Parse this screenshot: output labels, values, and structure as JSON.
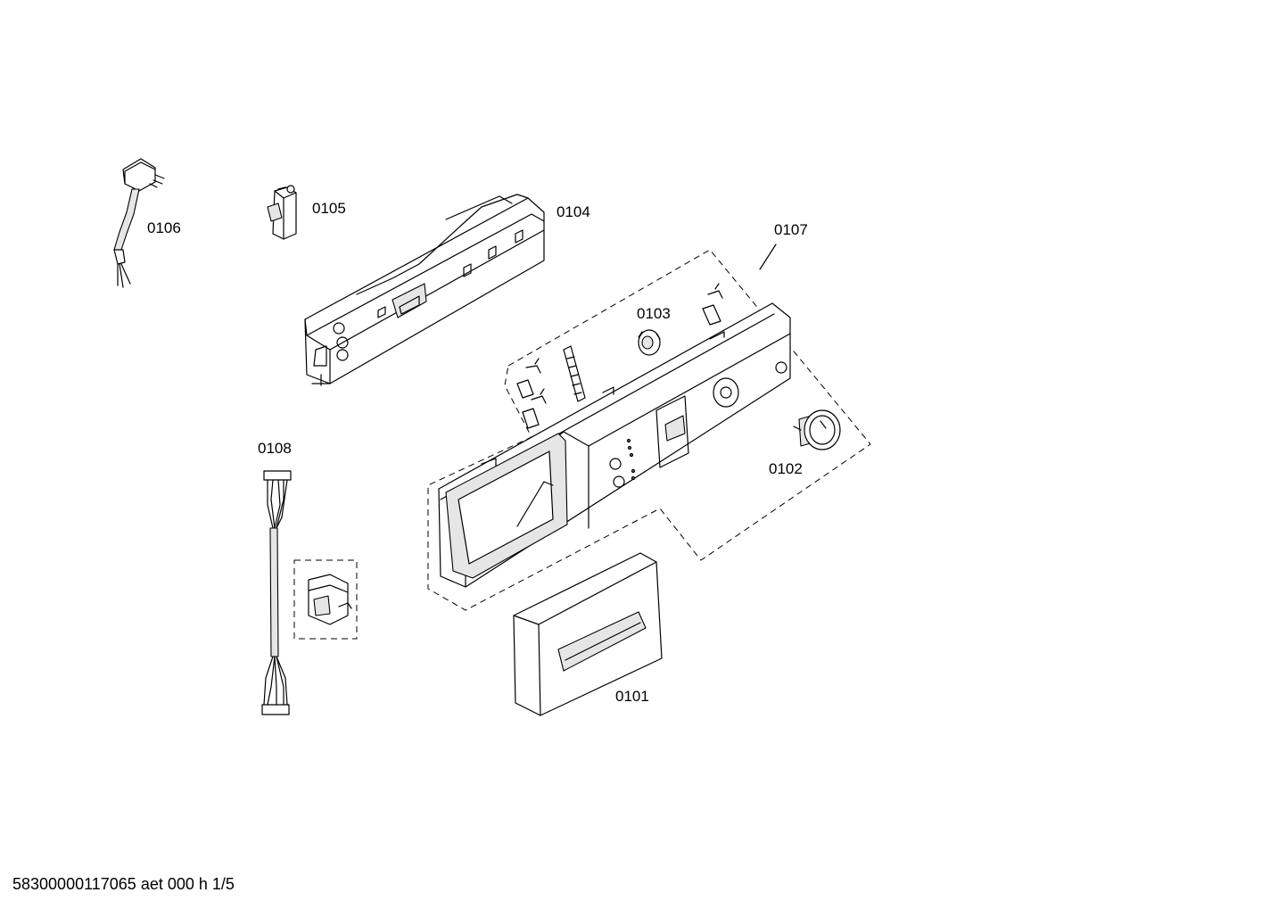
{
  "parts": [
    {
      "id": "0101"
    },
    {
      "id": "0102"
    },
    {
      "id": "0103"
    },
    {
      "id": "0104"
    },
    {
      "id": "0105"
    },
    {
      "id": "0106"
    },
    {
      "id": "0107"
    },
    {
      "id": "0108"
    }
  ],
  "footer": "58300000117065 aet 000 h 1/5"
}
